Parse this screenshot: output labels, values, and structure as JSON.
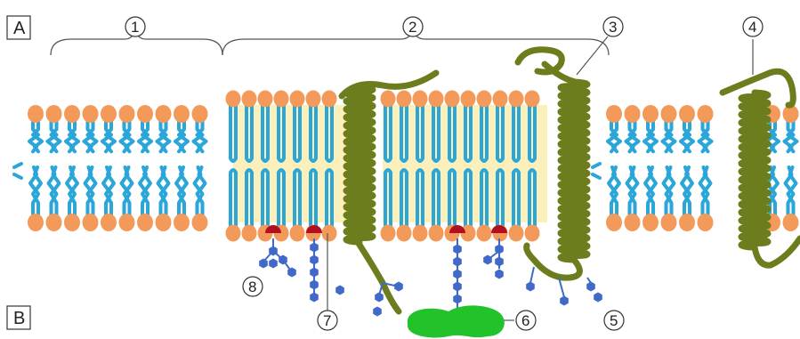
{
  "sides": {
    "top": "A",
    "bottom": "B"
  },
  "callouts": [
    "1",
    "2",
    "3",
    "4",
    "5",
    "6",
    "7",
    "8"
  ],
  "colors": {
    "lipid_head": "#f39a5a",
    "lipid_tail": "#2aa6d8",
    "raft_shading": "#fbeeb4",
    "protein": "#6b7d1c",
    "sugar": "#4169c9",
    "anchor": "#b01020",
    "attached_protein": "#22c22a"
  }
}
